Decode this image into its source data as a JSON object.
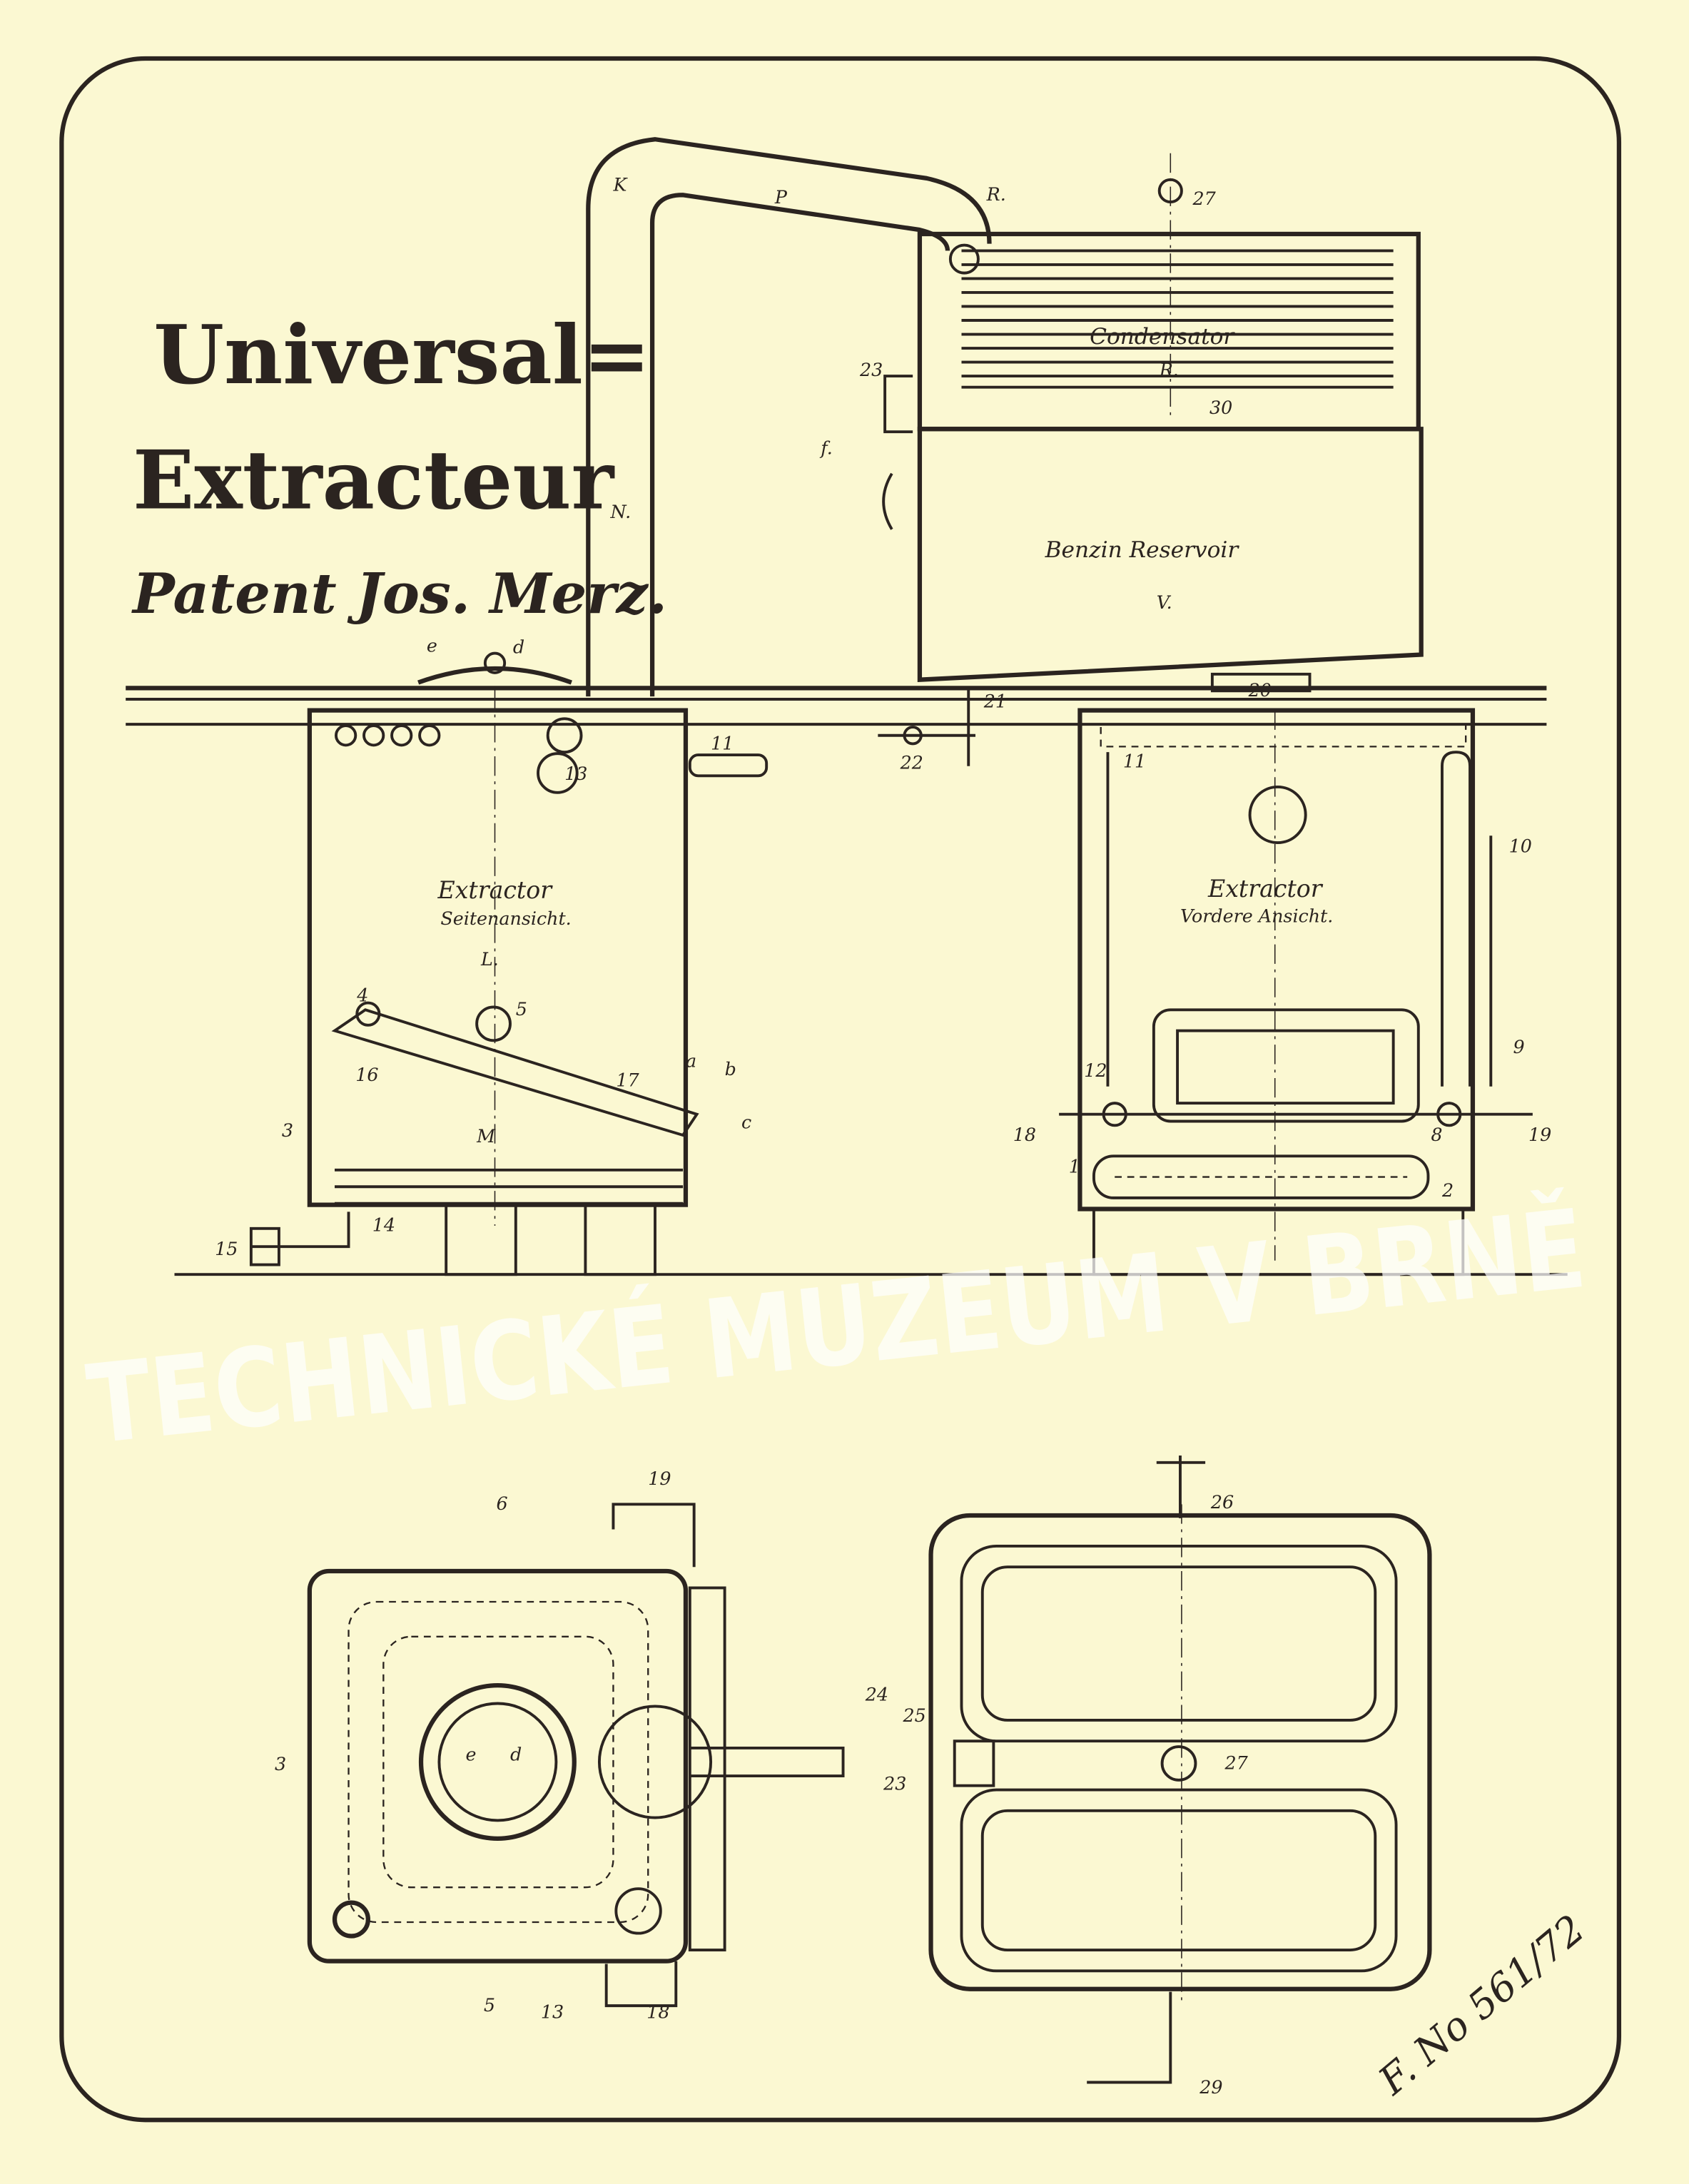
{
  "title": {
    "line1": "Universal=",
    "line2": "Extracteur",
    "line3": "Patent Jos. Merz."
  },
  "colors": {
    "paper": "#fbf8d2",
    "ink": "#2b2420"
  },
  "condensator": {
    "name": "Condensator",
    "letter": "R.",
    "label_top": "R.",
    "n27": "27",
    "n30": "30",
    "n23": "23",
    "f": "f."
  },
  "pipe": {
    "k": "K",
    "p": "P",
    "n": "N."
  },
  "reservoir": {
    "name": "Benzin Reservoir",
    "letter": "V."
  },
  "side_view": {
    "name": "Extractor",
    "subtitle": "Seitenansicht.",
    "letter": "L.",
    "m": "M",
    "e": "e",
    "d": "d",
    "n11": "11",
    "n13": "13",
    "n4": "4",
    "n5": "5",
    "n16": "16",
    "n17": "17",
    "a": "a",
    "b": "b",
    "c": "c",
    "n3": "3",
    "n15": "15",
    "n14": "14"
  },
  "valves": {
    "n20": "20",
    "n21": "21",
    "n22": "22"
  },
  "front_view": {
    "name": "Extractor",
    "subtitle": "Vordere Ansicht.",
    "n11": "11",
    "n10": "10",
    "n9": "9",
    "n12": "12",
    "n18": "18",
    "n8": "8",
    "n19": "19",
    "n1": "1",
    "n2": "2"
  },
  "plan_left": {
    "n19": "19",
    "n6": "6",
    "n3": "3",
    "e": "e",
    "d": "d",
    "n5": "5",
    "n13": "13",
    "n18": "18"
  },
  "plan_right": {
    "n26": "26",
    "n24": "24",
    "n25": "25",
    "n23": "23",
    "n27": "27",
    "n29": "29"
  },
  "signature": "F. No 561/72",
  "watermark": "TECHNICKÉ MUZEUM V BRNĚ"
}
